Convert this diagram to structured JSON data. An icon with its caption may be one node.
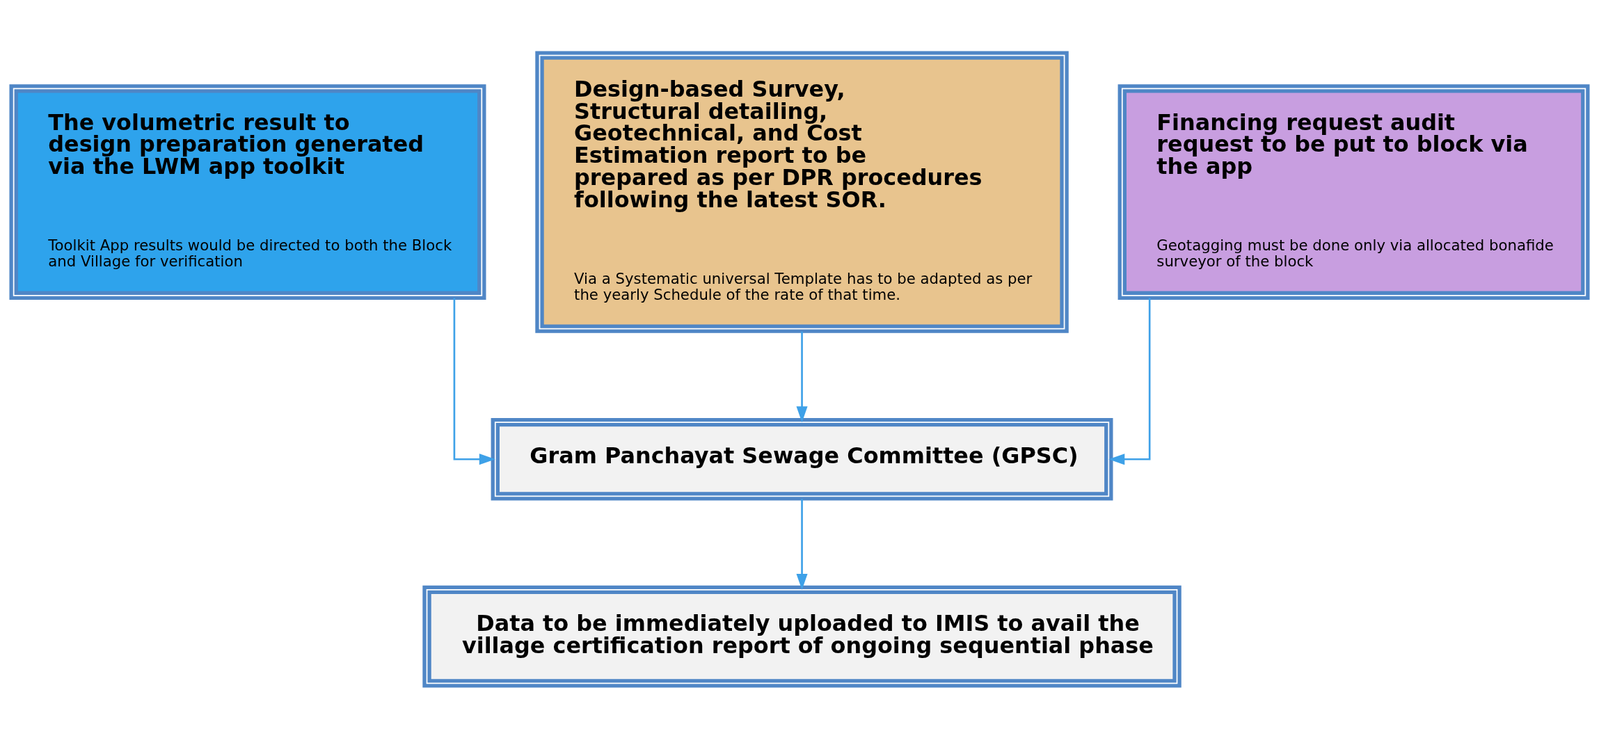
{
  "diagram": {
    "nodes": [
      {
        "text": [
          "The volumetric result to design preparation generated via the LWM app toolkit",
          "Toolkit App results would be directed to both the Block and Village for verification"
        ]
      },
      {
        "text": [
          "Design-based Survey, Structural detailing, Geotechnical, and Cost Estimation report to be prepared as per DPR procedures following the latest SOR.",
          "Via a Systematic universal Template has to be adapted as per the yearly Schedule of the rate of that time."
        ]
      },
      {
        "text": [
          "Financing request audit request to be put to block via the app",
          "Geotagging must be done only via allocated bonafide surveyor of the block"
        ]
      },
      {
        "text": [
          "Gram Panchayat Sewage Committee (GPSC)"
        ]
      },
      {
        "text": [
          "Data to be immediately uploaded to IMIS to avail the village certification report of ongoing sequential phase"
        ]
      }
    ],
    "edges": [
      {
        "from": 0,
        "to": 3,
        "arrow": "to"
      },
      {
        "from": 1,
        "to": 3,
        "arrow": "to"
      },
      {
        "from": 2,
        "to": 3,
        "arrow": "to"
      },
      {
        "from": 3,
        "to": 4,
        "arrow": "to"
      }
    ]
  }
}
